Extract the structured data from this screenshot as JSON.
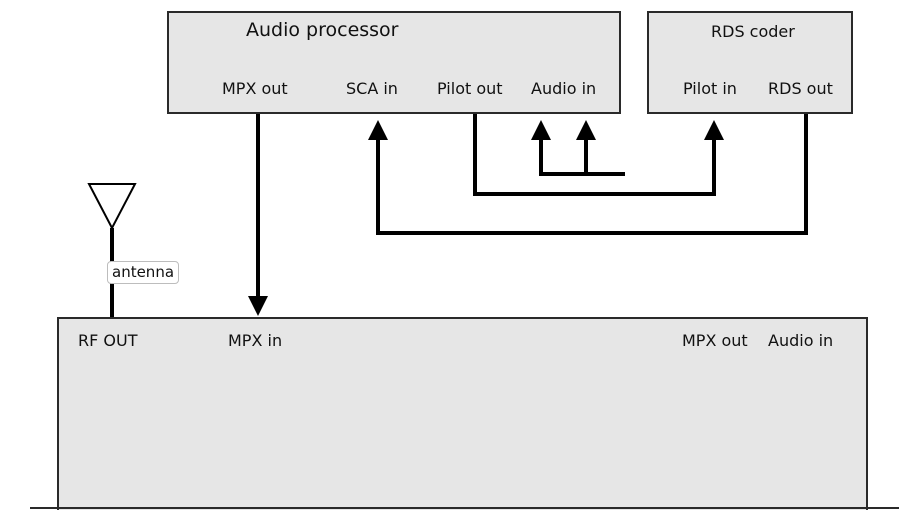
{
  "audio_processor": {
    "title": "Audio processor",
    "ports": {
      "mpx_out": "MPX out",
      "sca_in": "SCA in",
      "pilot_out": "Pilot out",
      "audio_in": "Audio in"
    }
  },
  "rds_coder": {
    "title": "RDS coder",
    "ports": {
      "pilot_in": "Pilot in",
      "rds_out": "RDS out"
    }
  },
  "transmitter": {
    "ports": {
      "rf_out": "RF OUT",
      "mpx_in": "MPX in",
      "mpx_out": "MPX out",
      "audio_in": "Audio in"
    }
  },
  "antenna": {
    "label": "antenna"
  },
  "colors": {
    "box_fill": "#e6e6e6",
    "line": "#000000"
  }
}
